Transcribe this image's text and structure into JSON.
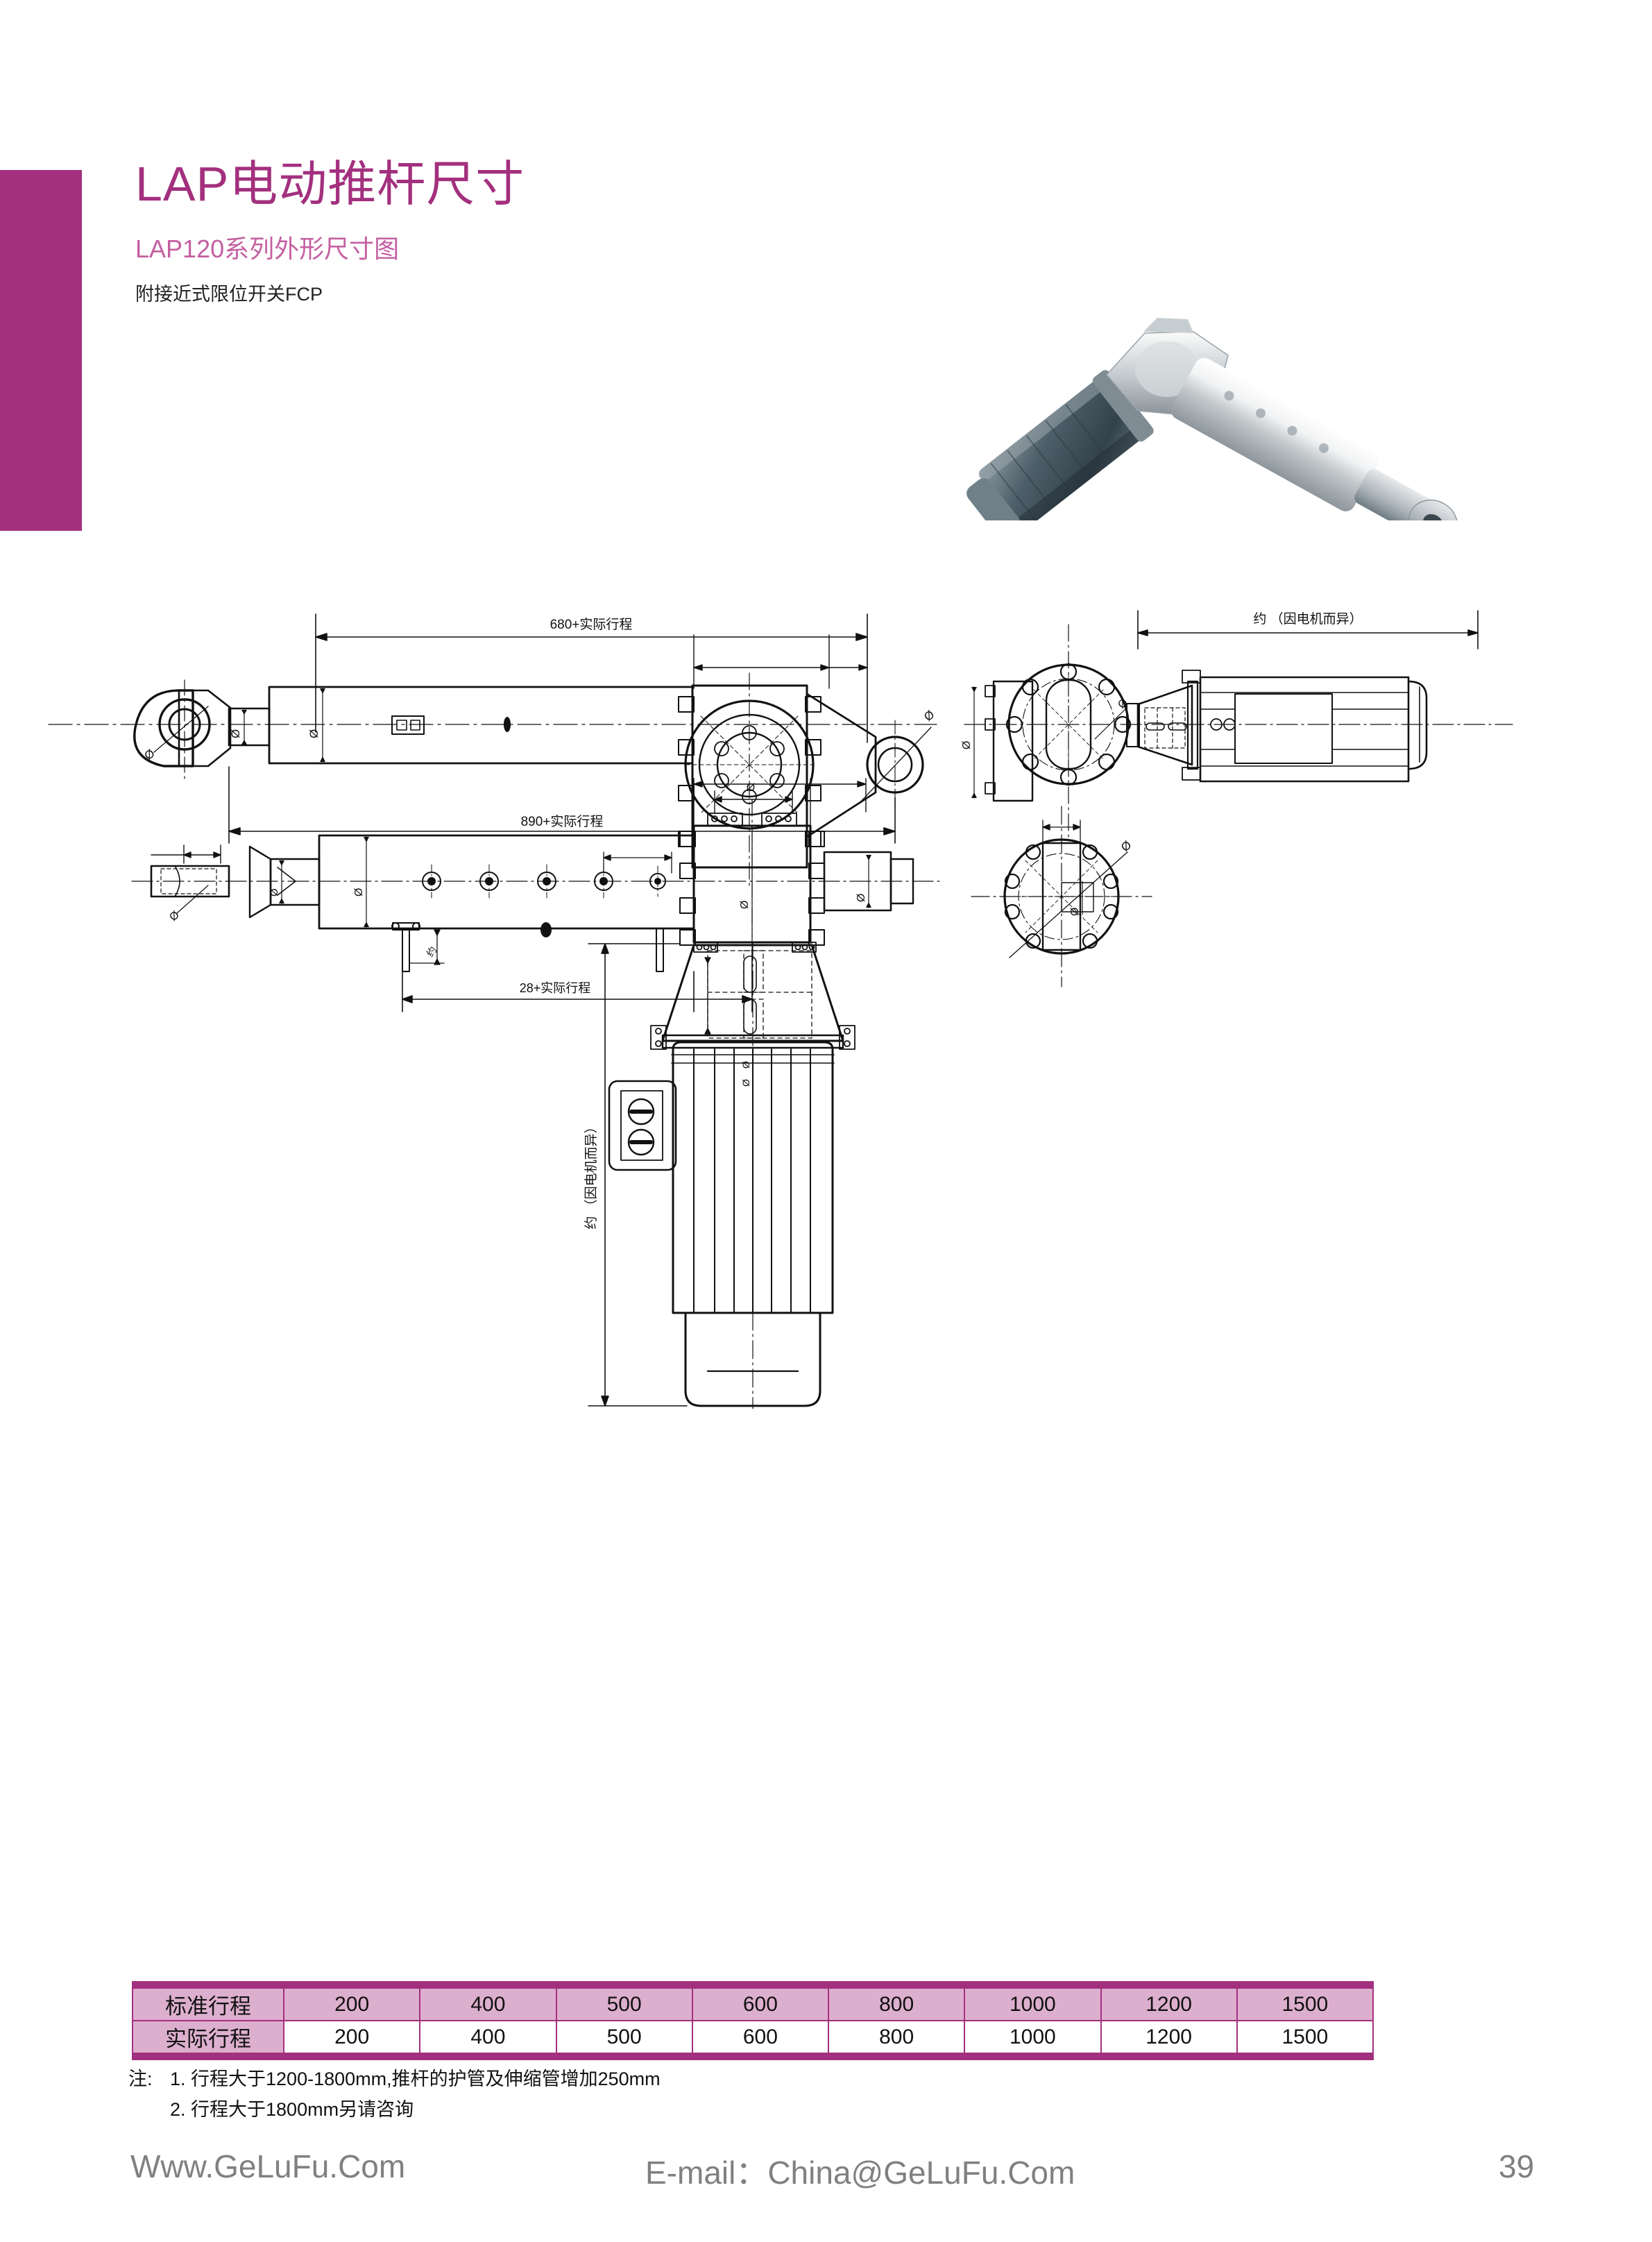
{
  "header": {
    "title": "LAP电动推杆尺寸",
    "subtitle": "LAP120系列外形尺寸图",
    "subsubtitle": "附接近式限位开关FCP",
    "accent_color": "#a3307e",
    "subtitle_color": "#c45fa0"
  },
  "photo": {
    "alt": "LAP120 电动推杆产品照片",
    "body_color": "#5b6b74",
    "rod_color": "#c9cdd0"
  },
  "drawings": {
    "top_left": {
      "dim_top": "680+实际行程",
      "dim_bottom": "890+实际行程",
      "diameter_symbol": "Ø"
    },
    "top_right": {
      "dim_top": "约    （因电机而异）",
      "diameter_symbol": "Ø"
    },
    "mid_left": {
      "dim_bottom": "28+实际行程",
      "diameter_symbol": "Ø"
    },
    "bottom_motor": {
      "dim_vertical": "约    （因电机而异）"
    },
    "flange_detail": {
      "diameter_symbol": "Ø"
    }
  },
  "table": {
    "rows": [
      {
        "label": "标准行程",
        "values": [
          "200",
          "400",
          "500",
          "600",
          "800",
          "1000",
          "1200",
          "1500"
        ]
      },
      {
        "label": "实际行程",
        "values": [
          "200",
          "400",
          "500",
          "600",
          "800",
          "1000",
          "1200",
          "1500"
        ]
      }
    ],
    "header_bg": "#ddafce",
    "border_color": "#a3307e"
  },
  "notes": {
    "lead": "注:",
    "items": [
      "1. 行程大于1200-1800mm,推杆的护管及伸缩管增加250mm",
      "2. 行程大于1800mm另请咨询"
    ]
  },
  "footer": {
    "site": "Www.GeLuFu.Com",
    "email": "E-mail：China@GeLuFu.Com",
    "page_number": "39",
    "color": "#808080"
  }
}
